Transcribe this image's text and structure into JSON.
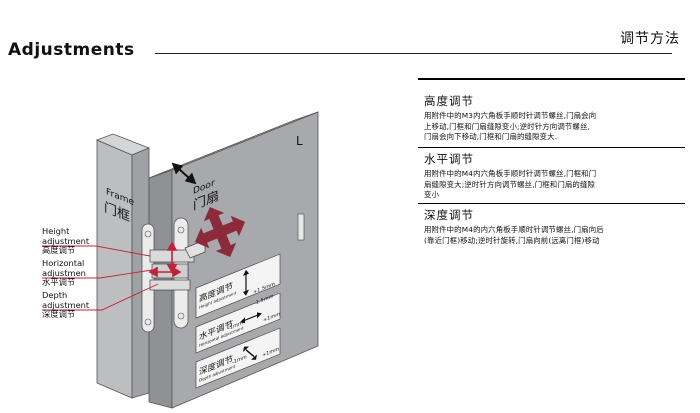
{
  "header": {
    "title": "Adjustments",
    "title_cn": "调节方法"
  },
  "sections": [
    {
      "title": "高度调节",
      "lines": [
        "用附件中的M3内六角板手顺时针调节螺丝,门扇会向",
        "上移动,门框和门扇缝隙变小;逆时针方向调节螺丝,",
        "门扇会向下移动,门框和门扇的缝隙变大."
      ]
    },
    {
      "title": "水平调节",
      "lines": [
        "用附件中的M4内六角板手顺时针调节螺丝,门框和门",
        "扇缝隙变大;逆时针方向调节螺丝,门框和门扇的缝隙",
        "变小"
      ]
    },
    {
      "title": "深度调节",
      "lines": [
        "用附件中的M4的内六角板手顺时针调节螺丝,门扇向后",
        "(靠近门框)移动;逆时针旋转,门扇向前(远离门框)移动"
      ]
    }
  ],
  "diagram": {
    "frame_label": "Frame",
    "frame_label_cn": "门框",
    "door_label": "Door",
    "door_label_cn": "门扇",
    "side_label": "L",
    "plate_height": {
      "title_cn": "高度调节",
      "subtitle": "Height adjustment",
      "plus": "+1.5mm",
      "minus": "-1.5mm"
    },
    "plate_horizontal": {
      "title_cn": "水平调节",
      "subtitle": "Horizontal adjustment",
      "plus": "+1mm",
      "minus": "-1mm"
    },
    "plate_depth": {
      "title_cn": "深度调节",
      "subtitle": "Depth adjustment",
      "plus": "+1mm",
      "minus": "-1mm"
    }
  },
  "callouts": [
    {
      "line1": "Height",
      "line2": "adjustment",
      "cn": "高度调节"
    },
    {
      "line1": "Horizontal",
      "line2": "adjustmen",
      "cn": "水平调节"
    },
    {
      "line1": "Depth",
      "line2": "adjustment",
      "cn": "深度调节"
    }
  ],
  "colors": {
    "accent_red": "#c0233a",
    "cross_red": "#8c2a3a",
    "door_gray": "#a7a9ac",
    "frame_gray": "#bdbec0",
    "text": "#111111"
  }
}
